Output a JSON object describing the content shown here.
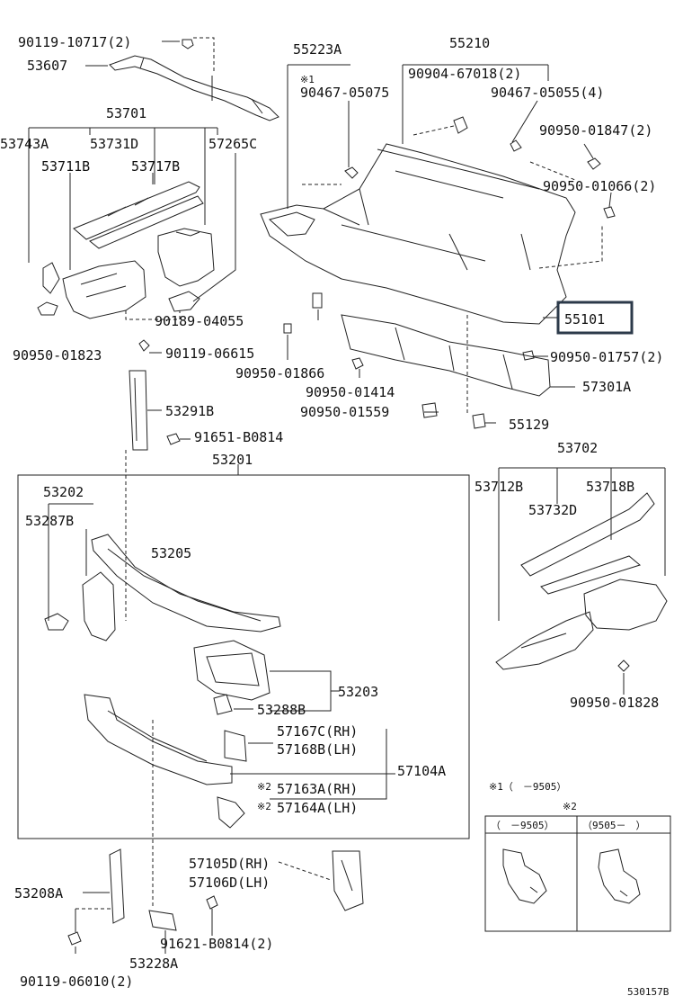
{
  "labels": {
    "p90119_10717": "90119-10717(2)",
    "p53607": "53607",
    "p53701": "53701",
    "p53743A": "53743A",
    "p53731D": "53731D",
    "p57265C": "57265C",
    "p53711B": "53711B",
    "p53717B": "53717B",
    "p90950_01823": "90950-01823",
    "p90189_04055": "90189-04055",
    "p90119_06615": "90119-06615",
    "p90950_01866": "90950-01866",
    "p53291B": "53291B",
    "p91651_B0814": "91651-B0814",
    "p55223A": "55223A",
    "note1_mark": "※1",
    "p90467_05075": "90467-05075",
    "p55210": "55210",
    "p90904_67018": "90904-67018(2)",
    "p90467_05055": "90467-05055(4)",
    "p90950_01847": "90950-01847(2)",
    "p90950_01066": "90950-01066(2)",
    "p55101": "55101",
    "p90950_01757": "90950-01757(2)",
    "p57301A": "57301A",
    "p90950_01414": "90950-01414",
    "p90950_01559": "90950-01559",
    "p55129": "55129",
    "p53201": "53201",
    "p53202": "53202",
    "p53287B": "53287B",
    "p53205": "53205",
    "p53203": "53203",
    "p53288B": "53288B",
    "p57167C": "57167C(RH)",
    "p57168B": "57168B(LH)",
    "p57104A": "57104A",
    "note2_mark_a": "※2",
    "p57163A": "57163A(RH)",
    "note2_mark_b": "※2",
    "p57164A": "57164A(LH)",
    "p53702": "53702",
    "p53712B": "53712B",
    "p53718B": "53718B",
    "p53732D": "53732D",
    "p90950_01828": "90950-01828",
    "p53208A": "53208A",
    "p57105D": "57105D(RH)",
    "p57106D": "57106D(LH)",
    "p90119_06010": "90119-06010(2)",
    "p91621_B0814": "91621-B0814(2)",
    "p53228A": "53228A",
    "diagram_code": "530157B"
  },
  "notes": {
    "note1": "※1（　－9505）",
    "note2": "※2",
    "col1": "（　－9505）",
    "col2": "（9505－　）"
  },
  "highlight_part": "55101",
  "colors": {
    "line": "#222222",
    "highlight_border": "#2c3a4a"
  }
}
